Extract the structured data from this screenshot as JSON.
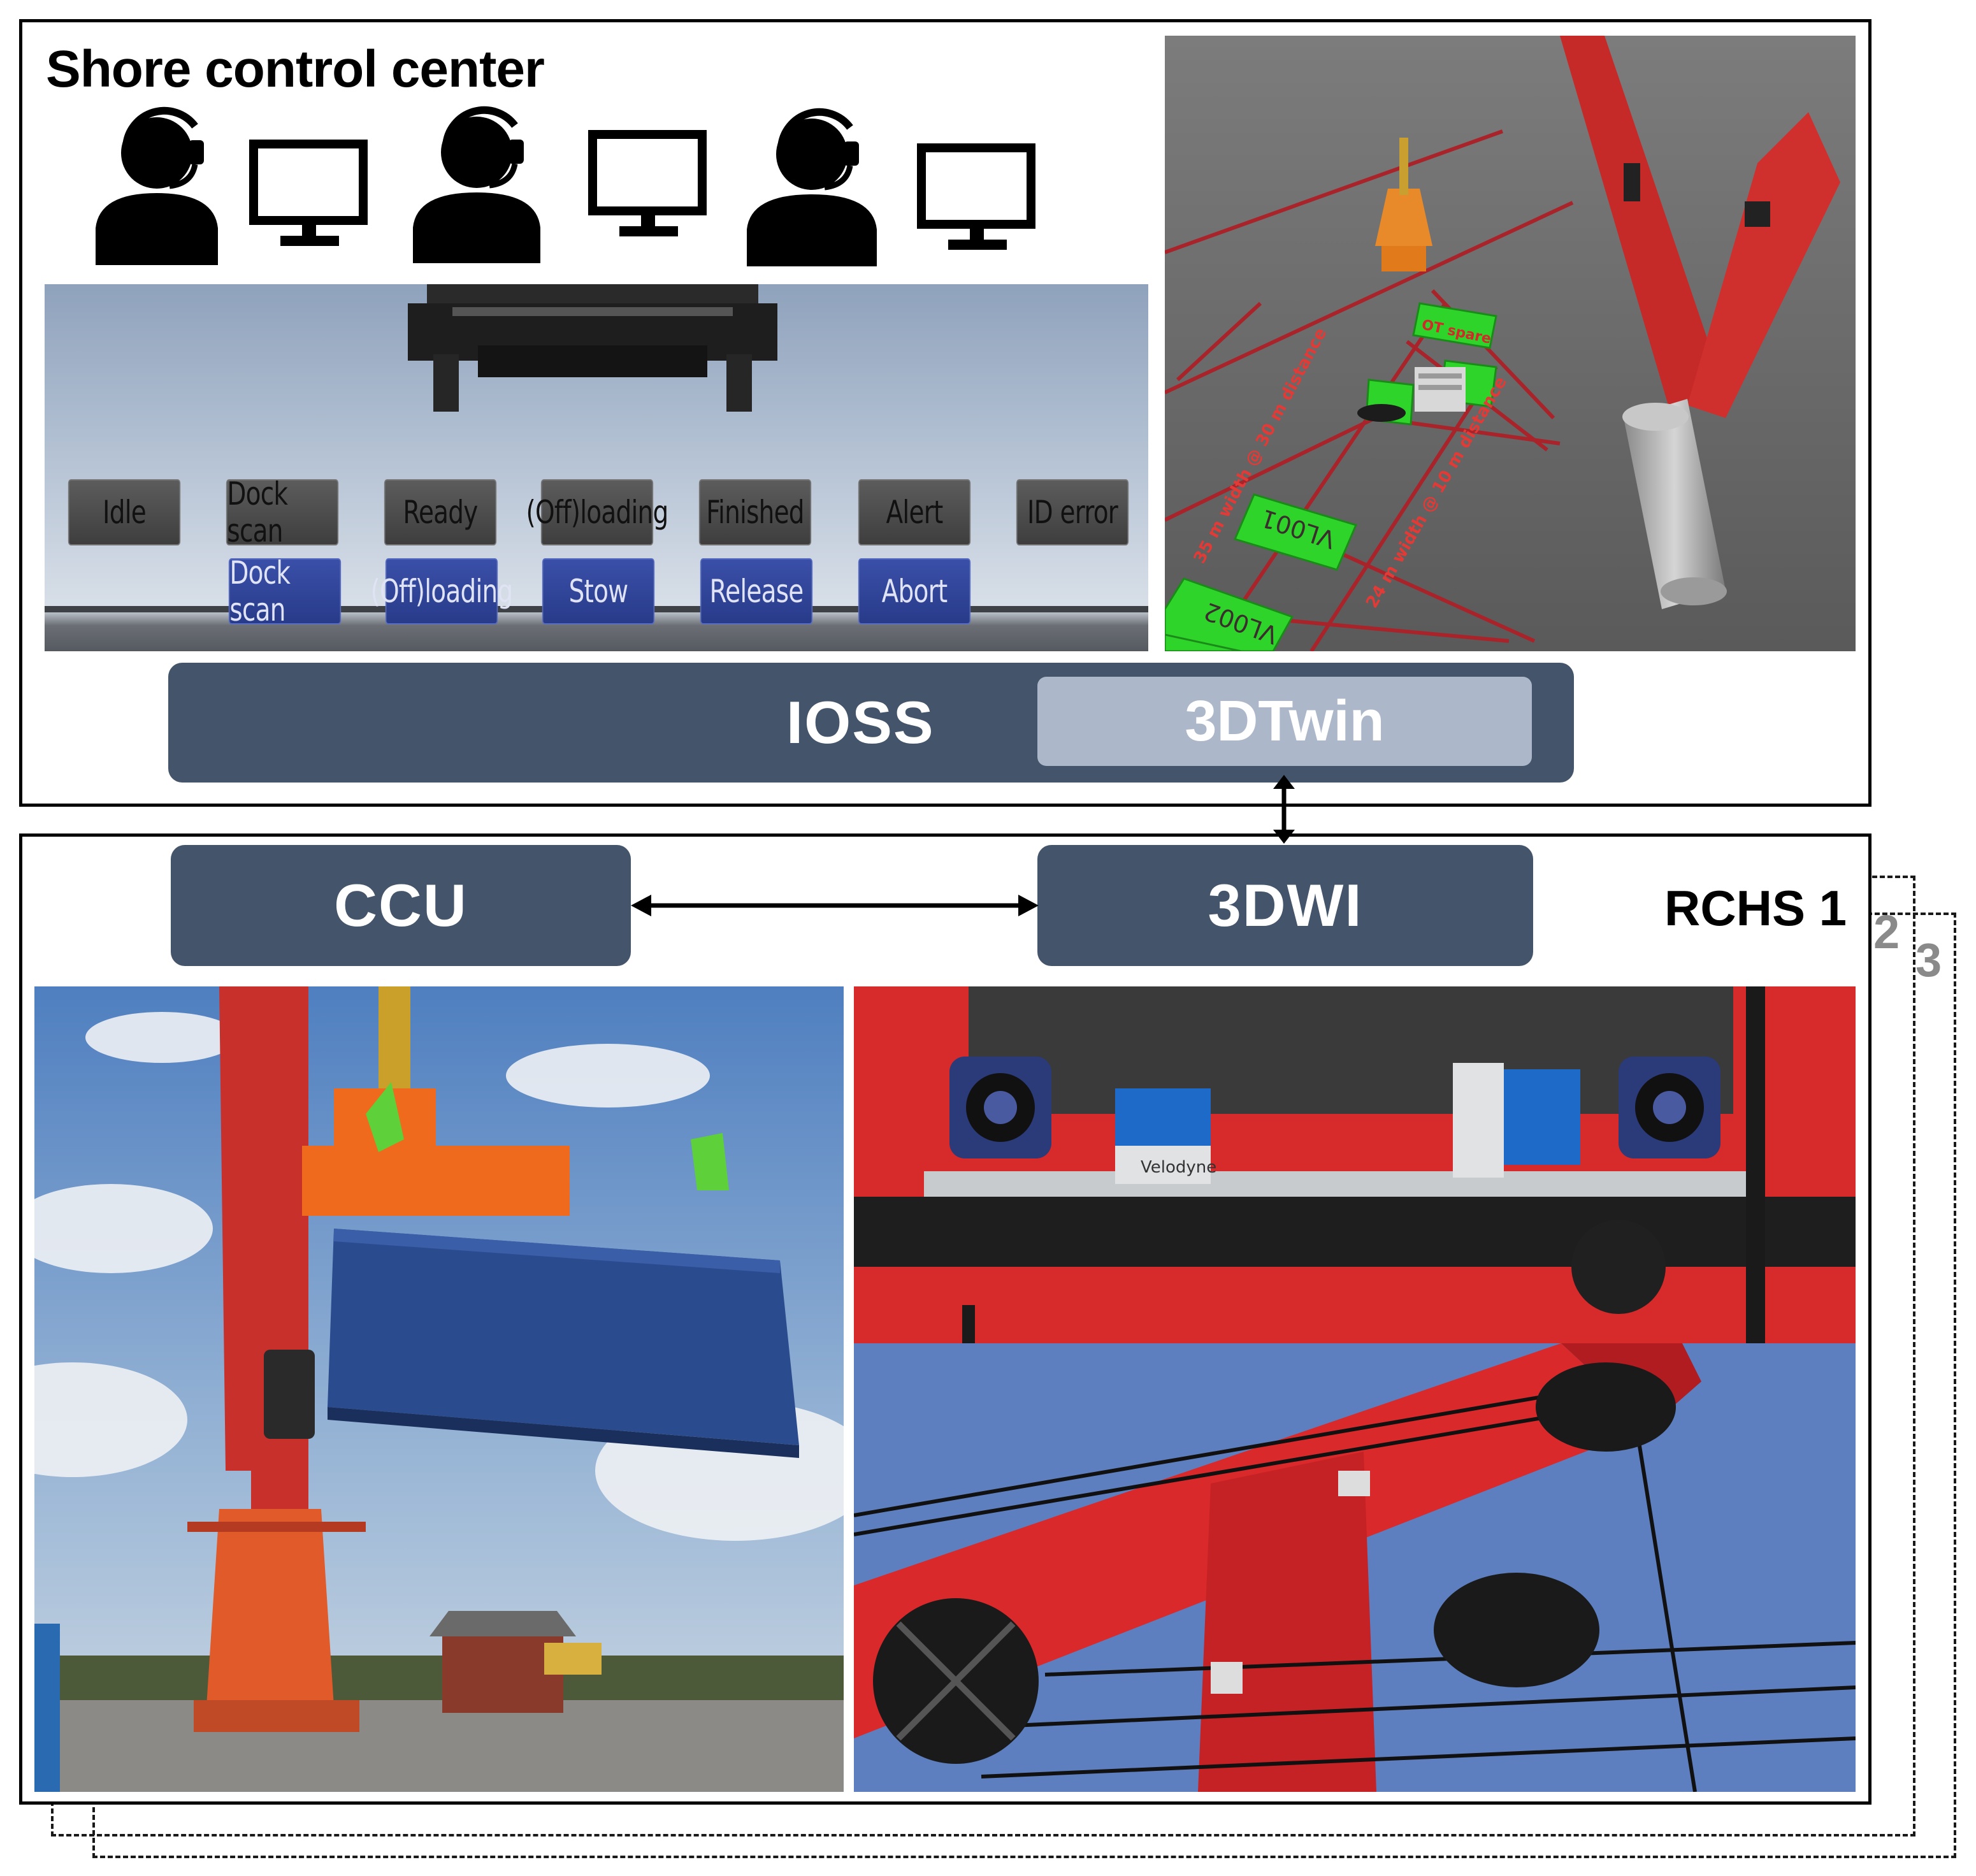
{
  "shore": {
    "title": "Shore control center"
  },
  "hmi": {
    "status_row": [
      "Idle",
      "Dock scan",
      "Ready",
      "(Off)loading",
      "Finished",
      "Alert",
      "ID error"
    ],
    "command_row": [
      "Dock scan",
      "(Off)loading",
      "Stow",
      "Release",
      "Abort"
    ]
  },
  "twin_view": {
    "labels": [
      "VL001",
      "VL002",
      "35 m width @ 30 m distance",
      "24 m width @ 10 m distance",
      "OT spare"
    ]
  },
  "blocks": {
    "ioss": "IOSS",
    "twin": "3DTwin",
    "ccu": "CCU",
    "wi": "3DWI"
  },
  "rchs": {
    "label": "RCHS 1",
    "stack2": "2",
    "stack3": "3"
  },
  "sensor_photo": {
    "brand_label": "Velodyne"
  },
  "colors": {
    "block": "#44546a",
    "twin": "#acb8ca",
    "status_button": "#4a4a4a",
    "command_button": "#2f43a0",
    "crane_red": "#d8322e",
    "container_blue": "#2b4b8f"
  }
}
